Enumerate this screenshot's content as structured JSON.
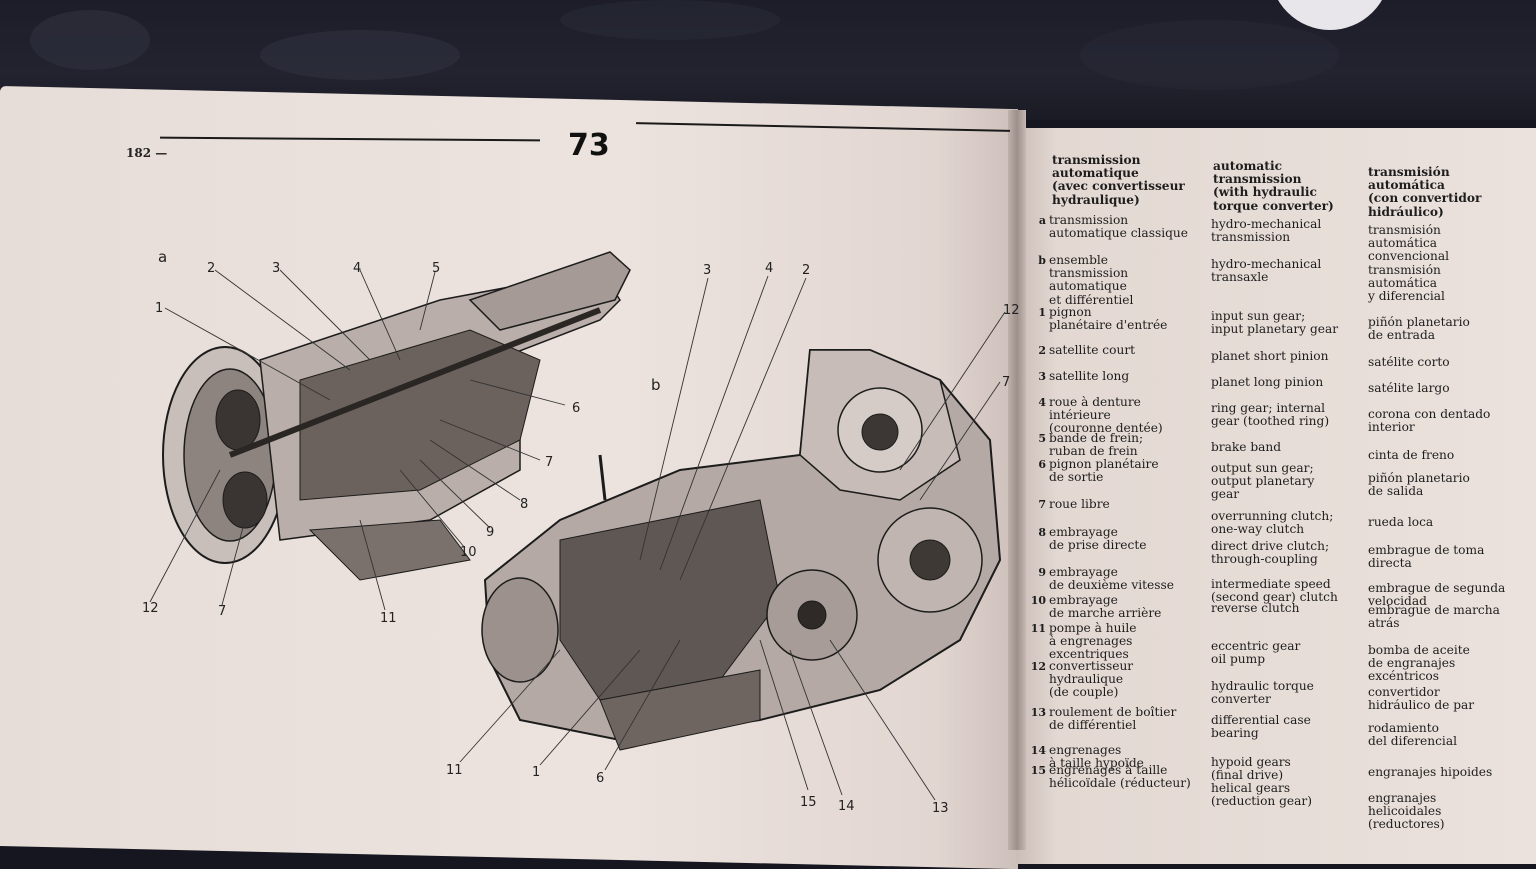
{
  "page": {
    "number": "182 —",
    "chapter": "73"
  },
  "figures": {
    "label_a": "a",
    "label_b": "b"
  },
  "callouts_a": [
    "1",
    "2",
    "3",
    "4",
    "5",
    "6",
    "7",
    "8",
    "9",
    "10",
    "11",
    "12",
    "7"
  ],
  "callouts_b": [
    "3",
    "4",
    "2",
    "12",
    "7",
    "11",
    "1",
    "6",
    "15",
    "14",
    "13"
  ],
  "headers": {
    "fr": "transmission\nautomatique\n(avec convertisseur\nhydraulique)",
    "en": "automatic\ntransmission\n(with hydraulic\ntorque converter)",
    "es": "transmisión\nautomática\n(con convertidor\nhidráulico)"
  },
  "entries": [
    {
      "num": "a",
      "fr": "transmission\nautomatique classique",
      "en": "hydro-mechanical\ntransmission",
      "es": "transmisión\nautomática\nconvencional"
    },
    {
      "num": "b",
      "fr": "ensemble\ntransmission\nautomatique\net différentiel",
      "en": "hydro-mechanical\ntransaxle",
      "es": "transmisión\nautomática\ny diferencial"
    },
    {
      "num": "1",
      "fr": "pignon\nplanétaire d'entrée",
      "en": "input sun gear;\ninput planetary gear",
      "es": "piñón planetario\nde entrada"
    },
    {
      "num": "2",
      "fr": "satellite court",
      "en": "planet short pinion",
      "es": "satélite corto"
    },
    {
      "num": "3",
      "fr": "satellite long",
      "en": "planet long pinion",
      "es": "satélite largo"
    },
    {
      "num": "4",
      "fr": "roue à denture\nintérieure\n(couronne dentée)",
      "en": "ring gear; internal\ngear (toothed ring)",
      "es": "corona con dentado\ninterior"
    },
    {
      "num": "5",
      "fr": "bande de frein;\nruban de frein",
      "en": "brake band",
      "es": "cinta de freno"
    },
    {
      "num": "6",
      "fr": "pignon planétaire\nde sortie",
      "en": "output sun gear;\noutput planetary\ngear",
      "es": "piñón planetario\nde salida"
    },
    {
      "num": "7",
      "fr": "roue libre",
      "en": "overrunning clutch;\none-way clutch",
      "es": "rueda loca"
    },
    {
      "num": "8",
      "fr": "embrayage\nde prise directe",
      "en": "direct drive clutch;\nthrough-coupling",
      "es": "embrague de toma\ndirecta"
    },
    {
      "num": "9",
      "fr": "embrayage\nde deuxième vitesse",
      "en": "intermediate speed\n(second gear) clutch",
      "es": "embrague de segunda\nvelocidad"
    },
    {
      "num": "10",
      "fr": "embrayage\nde marche arrière",
      "en": "reverse clutch",
      "es": "embrague de marcha\natrás"
    },
    {
      "num": "11",
      "fr": "pompe à huile\nà engrenages\nexcentriques",
      "en": "eccentric gear\noil pump",
      "es": "bomba de aceite\nde engranajes\nexcéntricos"
    },
    {
      "num": "12",
      "fr": "convertisseur\nhydraulique\n(de couple)",
      "en": "hydraulic torque\nconverter",
      "es": "convertidor\nhidráulico de par"
    },
    {
      "num": "13",
      "fr": "roulement de boîtier\nde différentiel",
      "en": "differential case\nbearing",
      "es": "rodamiento\ndel diferencial"
    },
    {
      "num": "14",
      "fr": "engrenages\nà taille hypoïde",
      "en": "hypoid gears\n(final drive)",
      "es": "engranajes hipoides"
    },
    {
      "num": "15",
      "fr": "engrenages à taille\nhélicoïdale (réducteur)",
      "en": "helical gears\n(reduction gear)",
      "es": "engranajes\nhelicoidales\n(reductores)"
    }
  ]
}
